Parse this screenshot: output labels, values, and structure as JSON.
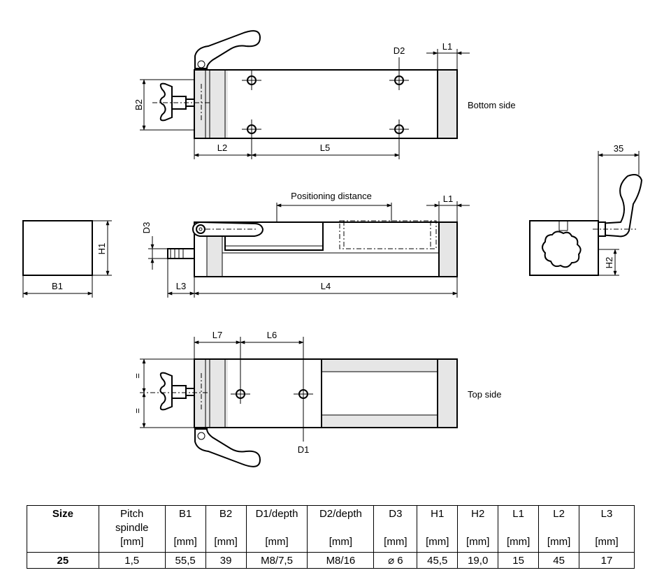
{
  "views": {
    "bottom_side": "Bottom side",
    "top_side": "Top side"
  },
  "dims": {
    "D2": "D2",
    "L1": "L1",
    "B2": "B2",
    "L2": "L2",
    "L5": "L5",
    "positioning": "Positioning distance",
    "D3": "D3",
    "H1": "H1",
    "B1": "B1",
    "L3": "L3",
    "L4": "L4",
    "dim35": "35",
    "H2": "H2",
    "L7": "L7",
    "L6": "L6",
    "D1": "D1",
    "eq": "="
  },
  "table": {
    "headers": [
      {
        "l1": "Size",
        "l2": "",
        "l3": ""
      },
      {
        "l1": "Pitch",
        "l2": "spindle",
        "l3": "[mm]"
      },
      {
        "l1": "B1",
        "l2": "",
        "l3": "[mm]"
      },
      {
        "l1": "B2",
        "l2": "",
        "l3": "[mm]"
      },
      {
        "l1": "D1/depth",
        "l2": "",
        "l3": "[mm]"
      },
      {
        "l1": "D2/depth",
        "l2": "",
        "l3": "[mm]"
      },
      {
        "l1": "D3",
        "l2": "",
        "l3": "[mm]"
      },
      {
        "l1": "H1",
        "l2": "",
        "l3": "[mm]"
      },
      {
        "l1": "H2",
        "l2": "",
        "l3": "[mm]"
      },
      {
        "l1": "L1",
        "l2": "",
        "l3": "[mm]"
      },
      {
        "l1": "L2",
        "l2": "",
        "l3": "[mm]"
      },
      {
        "l1": "L3",
        "l2": "",
        "l3": "[mm]"
      }
    ],
    "values": [
      "25",
      "1,5",
      "55,5",
      "39",
      "M8/7,5",
      "M8/16",
      "⌀ 6",
      "45,5",
      "19,0",
      "15",
      "45",
      "17"
    ]
  }
}
